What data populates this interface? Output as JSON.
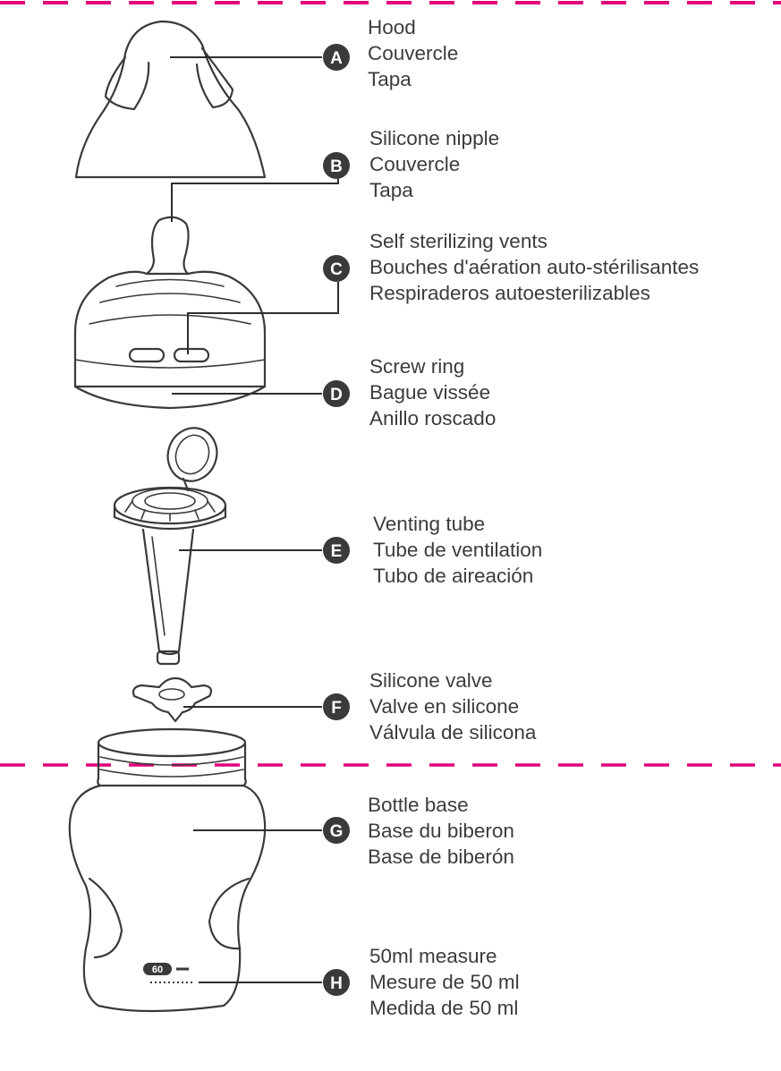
{
  "colors": {
    "line": "#3a3a3a",
    "text": "#3c3c3c",
    "cut_line": "#e0007a",
    "background": "#ffffff"
  },
  "parts": [
    {
      "letter": "A",
      "icon": "hood-icon",
      "lines": [
        "Hood",
        "Couvercle",
        "Tapa"
      ]
    },
    {
      "letter": "B",
      "icon": "nipple-icon",
      "lines": [
        "Silicone nipple",
        "Couvercle",
        "Tapa"
      ]
    },
    {
      "letter": "C",
      "icon": "vent-icon",
      "lines": [
        "Self sterilizing vents",
        "Bouches d'aération auto-stérilisantes",
        "Respiraderos autoesterilizables"
      ]
    },
    {
      "letter": "D",
      "icon": "screw-ring-icon",
      "lines": [
        "Screw ring",
        "Bague vissée",
        "Anillo roscado"
      ]
    },
    {
      "letter": "E",
      "icon": "venting-tube-icon",
      "lines": [
        "Venting tube",
        "Tube de ventilation",
        "Tubo de aireación"
      ]
    },
    {
      "letter": "F",
      "icon": "silicone-valve-icon",
      "lines": [
        "Silicone valve",
        "Valve en silicone",
        "Válvula de silicona"
      ]
    },
    {
      "letter": "G",
      "icon": "bottle-base-icon",
      "lines": [
        "Bottle base",
        "Base du biberon",
        "Base de biberón"
      ]
    },
    {
      "letter": "H",
      "icon": "measure-mark-icon",
      "lines": [
        "50ml measure",
        "Mesure de 50 ml",
        "Medida de 50 ml"
      ]
    }
  ],
  "bottle_mark": "60"
}
